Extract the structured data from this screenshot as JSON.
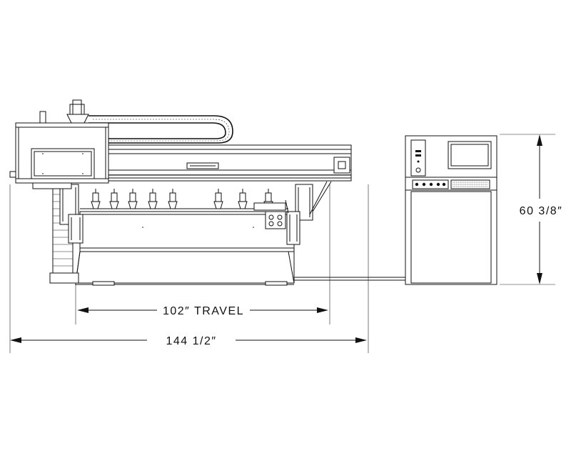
{
  "drawing": {
    "dimensions": {
      "travel_label": "102″ TRAVEL",
      "width_label": "144 1/2″",
      "height_label": "60 3/8″"
    }
  }
}
